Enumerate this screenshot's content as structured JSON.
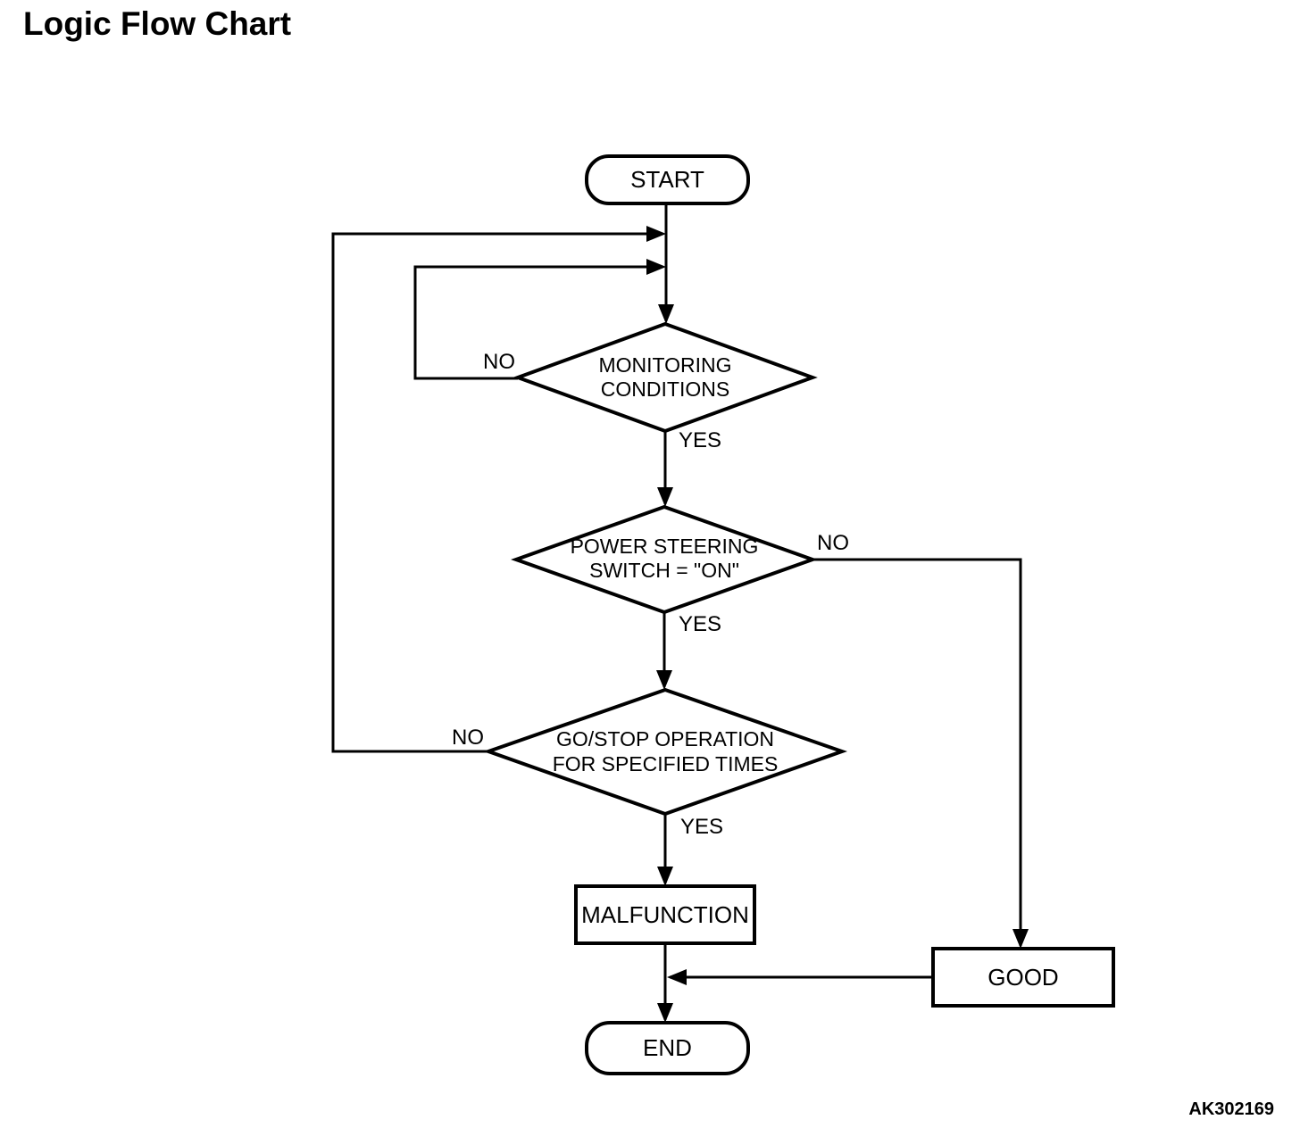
{
  "title": "Logic Flow Chart",
  "figure_code": "AK302169",
  "diagram": {
    "type": "flowchart",
    "nodes": {
      "start": {
        "label": "START",
        "shape": "terminator"
      },
      "monitoring": {
        "label": "MONITORING\nCONDITIONS",
        "shape": "decision"
      },
      "power_steering": {
        "label": "POWER STEERING\nSWITCH = \"ON\"",
        "shape": "decision"
      },
      "go_stop": {
        "label": "GO/STOP OPERATION\nFOR SPECIFIED TIMES",
        "shape": "decision"
      },
      "malfunction": {
        "label": "MALFUNCTION",
        "shape": "process"
      },
      "good": {
        "label": "GOOD",
        "shape": "process"
      },
      "end": {
        "label": "END",
        "shape": "terminator"
      }
    },
    "edge_labels": {
      "monitoring_no": "NO",
      "monitoring_yes": "YES",
      "power_steering_no": "NO",
      "power_steering_yes": "YES",
      "go_stop_no": "NO",
      "go_stop_yes": "YES"
    },
    "connections": [
      {
        "from": "start",
        "to": "monitoring",
        "label": ""
      },
      {
        "from": "monitoring",
        "to": "monitoring",
        "label": "NO",
        "note": "loops back above monitoring conditions"
      },
      {
        "from": "monitoring",
        "to": "power_steering",
        "label": "YES"
      },
      {
        "from": "power_steering",
        "to": "good",
        "label": "NO"
      },
      {
        "from": "power_steering",
        "to": "go_stop",
        "label": "YES"
      },
      {
        "from": "go_stop",
        "to": "monitoring",
        "label": "NO",
        "note": "outer loop back above monitoring conditions"
      },
      {
        "from": "go_stop",
        "to": "malfunction",
        "label": "YES"
      },
      {
        "from": "malfunction",
        "to": "end",
        "label": ""
      },
      {
        "from": "good",
        "to": "end",
        "label": ""
      }
    ],
    "colors": {
      "stroke": "#000000",
      "fill": "#ffffff",
      "text": "#000000"
    }
  }
}
